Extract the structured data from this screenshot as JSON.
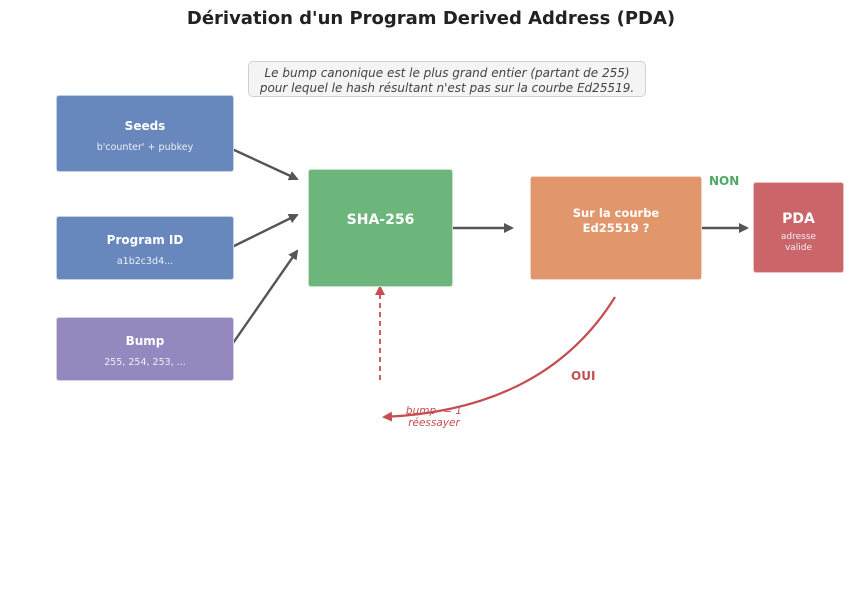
{
  "title": "Dérivation d'un Program Derived Address (PDA)",
  "note": {
    "line1": "Le bump canonique est le plus grand entier (partant de 255)",
    "line2": "pour lequel le hash résultant n'est pas sur la courbe Ed25519."
  },
  "nodes": {
    "seeds": {
      "label": "Seeds",
      "sublabel": "b'counter' + pubkey"
    },
    "program_id": {
      "label": "Program ID",
      "sublabel": "a1b2c3d4..."
    },
    "bump": {
      "label": "Bump",
      "sublabel": "255, 254, 253, ..."
    },
    "sha": {
      "label": "SHA-256"
    },
    "curve": {
      "line1": "Sur la courbe",
      "line2": "Ed25519 ?"
    },
    "pda": {
      "label": "PDA",
      "line1": "adresse",
      "line2": "valide"
    }
  },
  "edges": {
    "non_label": "NON",
    "oui_label": "OUI",
    "retry_line1": "bump -= 1",
    "retry_line2": "réessayer"
  },
  "colors": {
    "input_blue": "#6787bd",
    "bump_purple": "#9588bf",
    "hash_green": "#6db67b",
    "check_orange": "#e1966c",
    "pda_red": "#cb6569",
    "arrow_gray": "#555555",
    "non_green": "#4fa861",
    "oui_red": "#c44e52"
  }
}
